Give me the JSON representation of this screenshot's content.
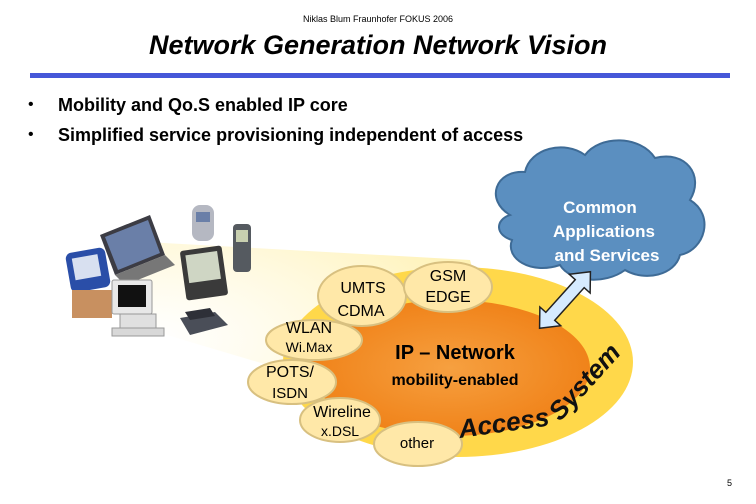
{
  "header_note": "Niklas Blum Fraunhofer FOKUS 2006",
  "title": "Network Generation Network Vision",
  "bullets": [
    "Mobility and Qo.S enabled IP core",
    "Simplified service provisioning independent of access"
  ],
  "cloud": {
    "line1": "Common",
    "line2": "Applications",
    "line3": "and Services",
    "color": "#5b8fc0"
  },
  "core": {
    "title": "IP – Network",
    "subtitle": "mobility-enabled",
    "color": "#f28a1e"
  },
  "access_band": {
    "word1": "Access",
    "word2": "System",
    "color": "#ffd84a"
  },
  "access_nodes": {
    "umts": {
      "line1": "UMTS",
      "line2": "CDMA"
    },
    "gsm": {
      "line1": "GSM",
      "line2": "EDGE"
    },
    "wlan": {
      "line1": "WLAN",
      "line2": "Wi.Max"
    },
    "pots": {
      "line1": "POTS/",
      "line2": "ISDN"
    },
    "wireline": {
      "line1": "Wireline",
      "line2": "x.DSL"
    },
    "other": {
      "line1": "other"
    }
  },
  "colors": {
    "rule": "#4657d8",
    "node_fill": "#ffe8a8",
    "arrow": "#cfe6ff"
  },
  "page_number": "5"
}
